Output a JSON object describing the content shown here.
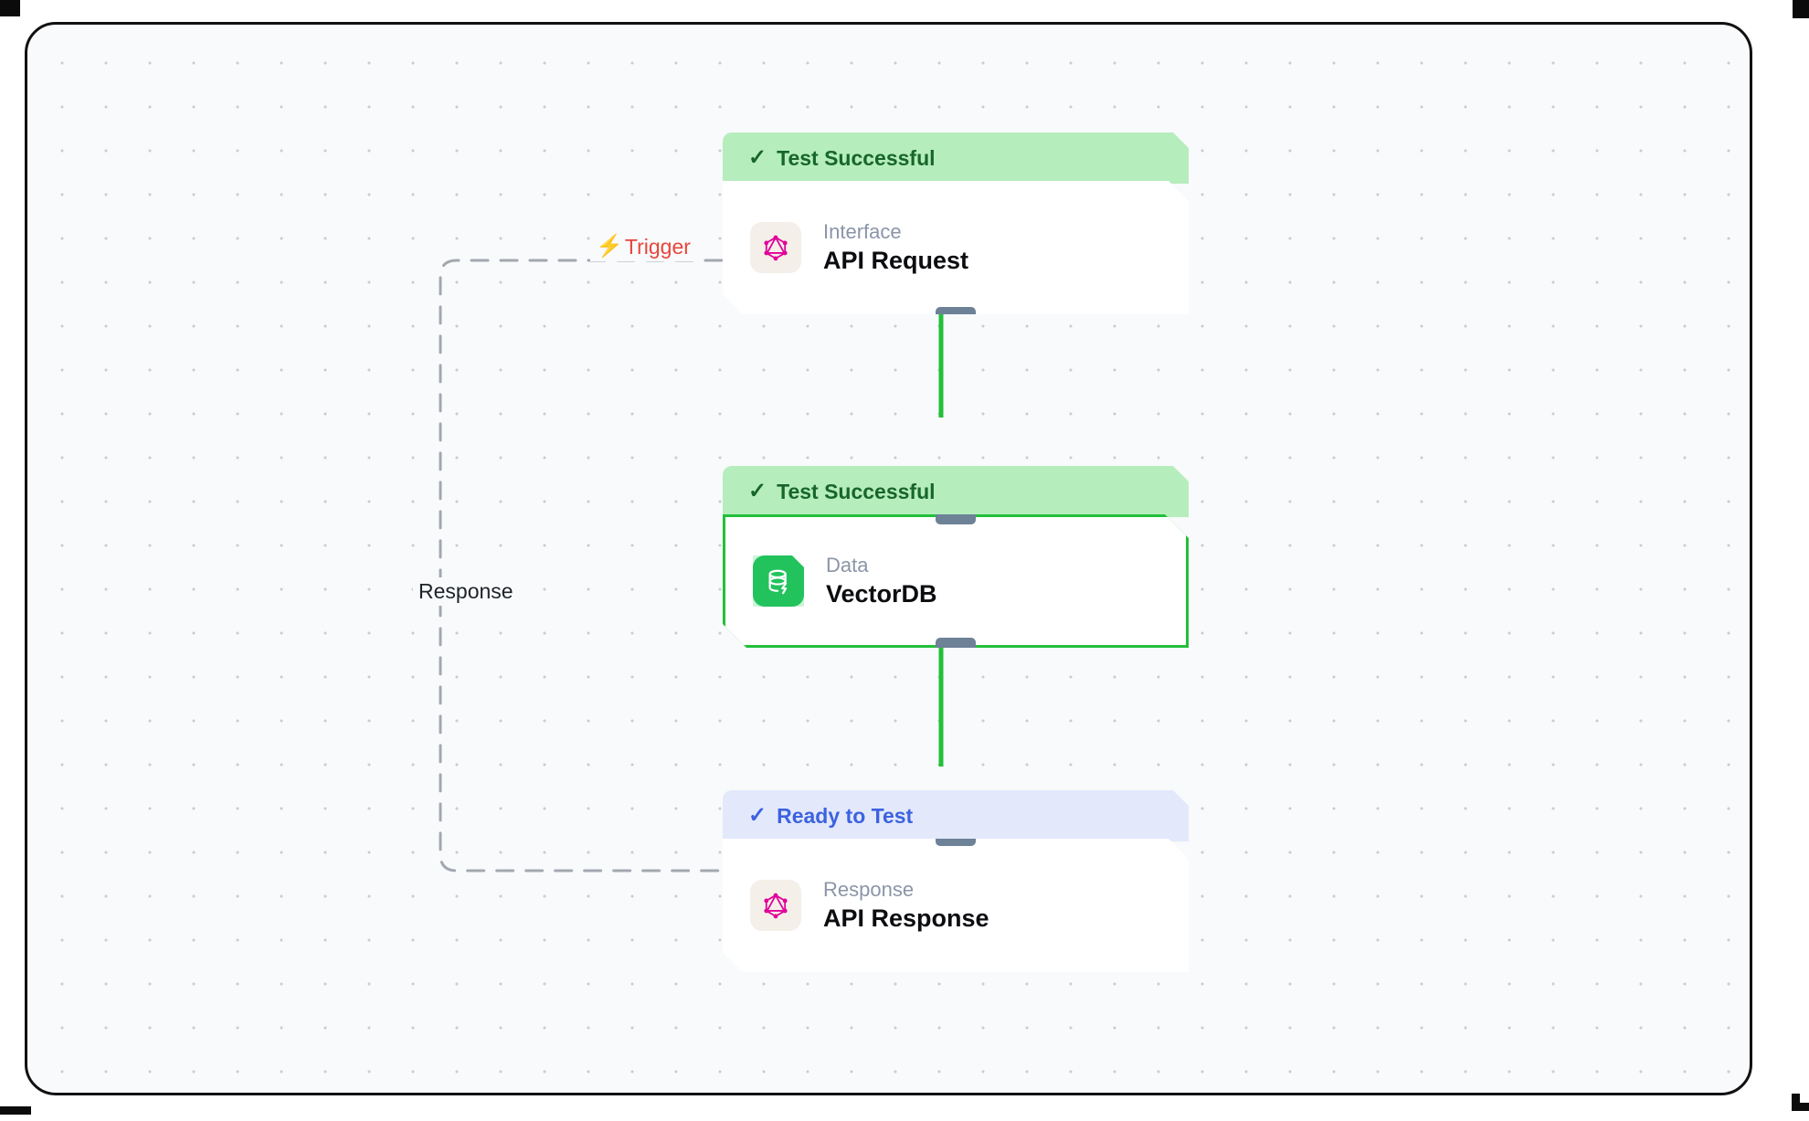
{
  "canvas": {
    "background_color": "#f8fafb",
    "dot_color": "#b9bdc6",
    "frame_border_color": "#111111"
  },
  "edges": [
    {
      "id": "trigger-edge",
      "label": "Trigger",
      "icon": "lightning-bolt-icon",
      "color": "#e8453c",
      "style": "dashed"
    },
    {
      "id": "response-edge",
      "label": "Response",
      "color": "#1f2329",
      "style": "dashed"
    },
    {
      "id": "request-to-data-edge",
      "label": "",
      "color": "#22c03a",
      "style": "solid"
    },
    {
      "id": "data-to-response-edge",
      "label": "",
      "color": "#22c03a",
      "style": "solid"
    }
  ],
  "nodes": [
    {
      "id": "api-request",
      "status": "Test Successful",
      "status_variant": "success",
      "status_icon": "check-icon",
      "kind": "Interface",
      "title": "API Request",
      "icon": "graphql-icon",
      "icon_color": "#e10098",
      "selected": false
    },
    {
      "id": "vectordb",
      "status": "Test Successful",
      "status_variant": "success",
      "status_icon": "check-icon",
      "kind": "Data",
      "title": "VectorDB",
      "icon": "database-bolt-icon",
      "icon_color": "#22c35c",
      "selected": true
    },
    {
      "id": "api-response",
      "status": "Ready to Test",
      "status_variant": "ready",
      "status_icon": "check-icon",
      "kind": "Response",
      "title": "API Response",
      "icon": "graphql-icon",
      "icon_color": "#e10098",
      "selected": false
    }
  ]
}
